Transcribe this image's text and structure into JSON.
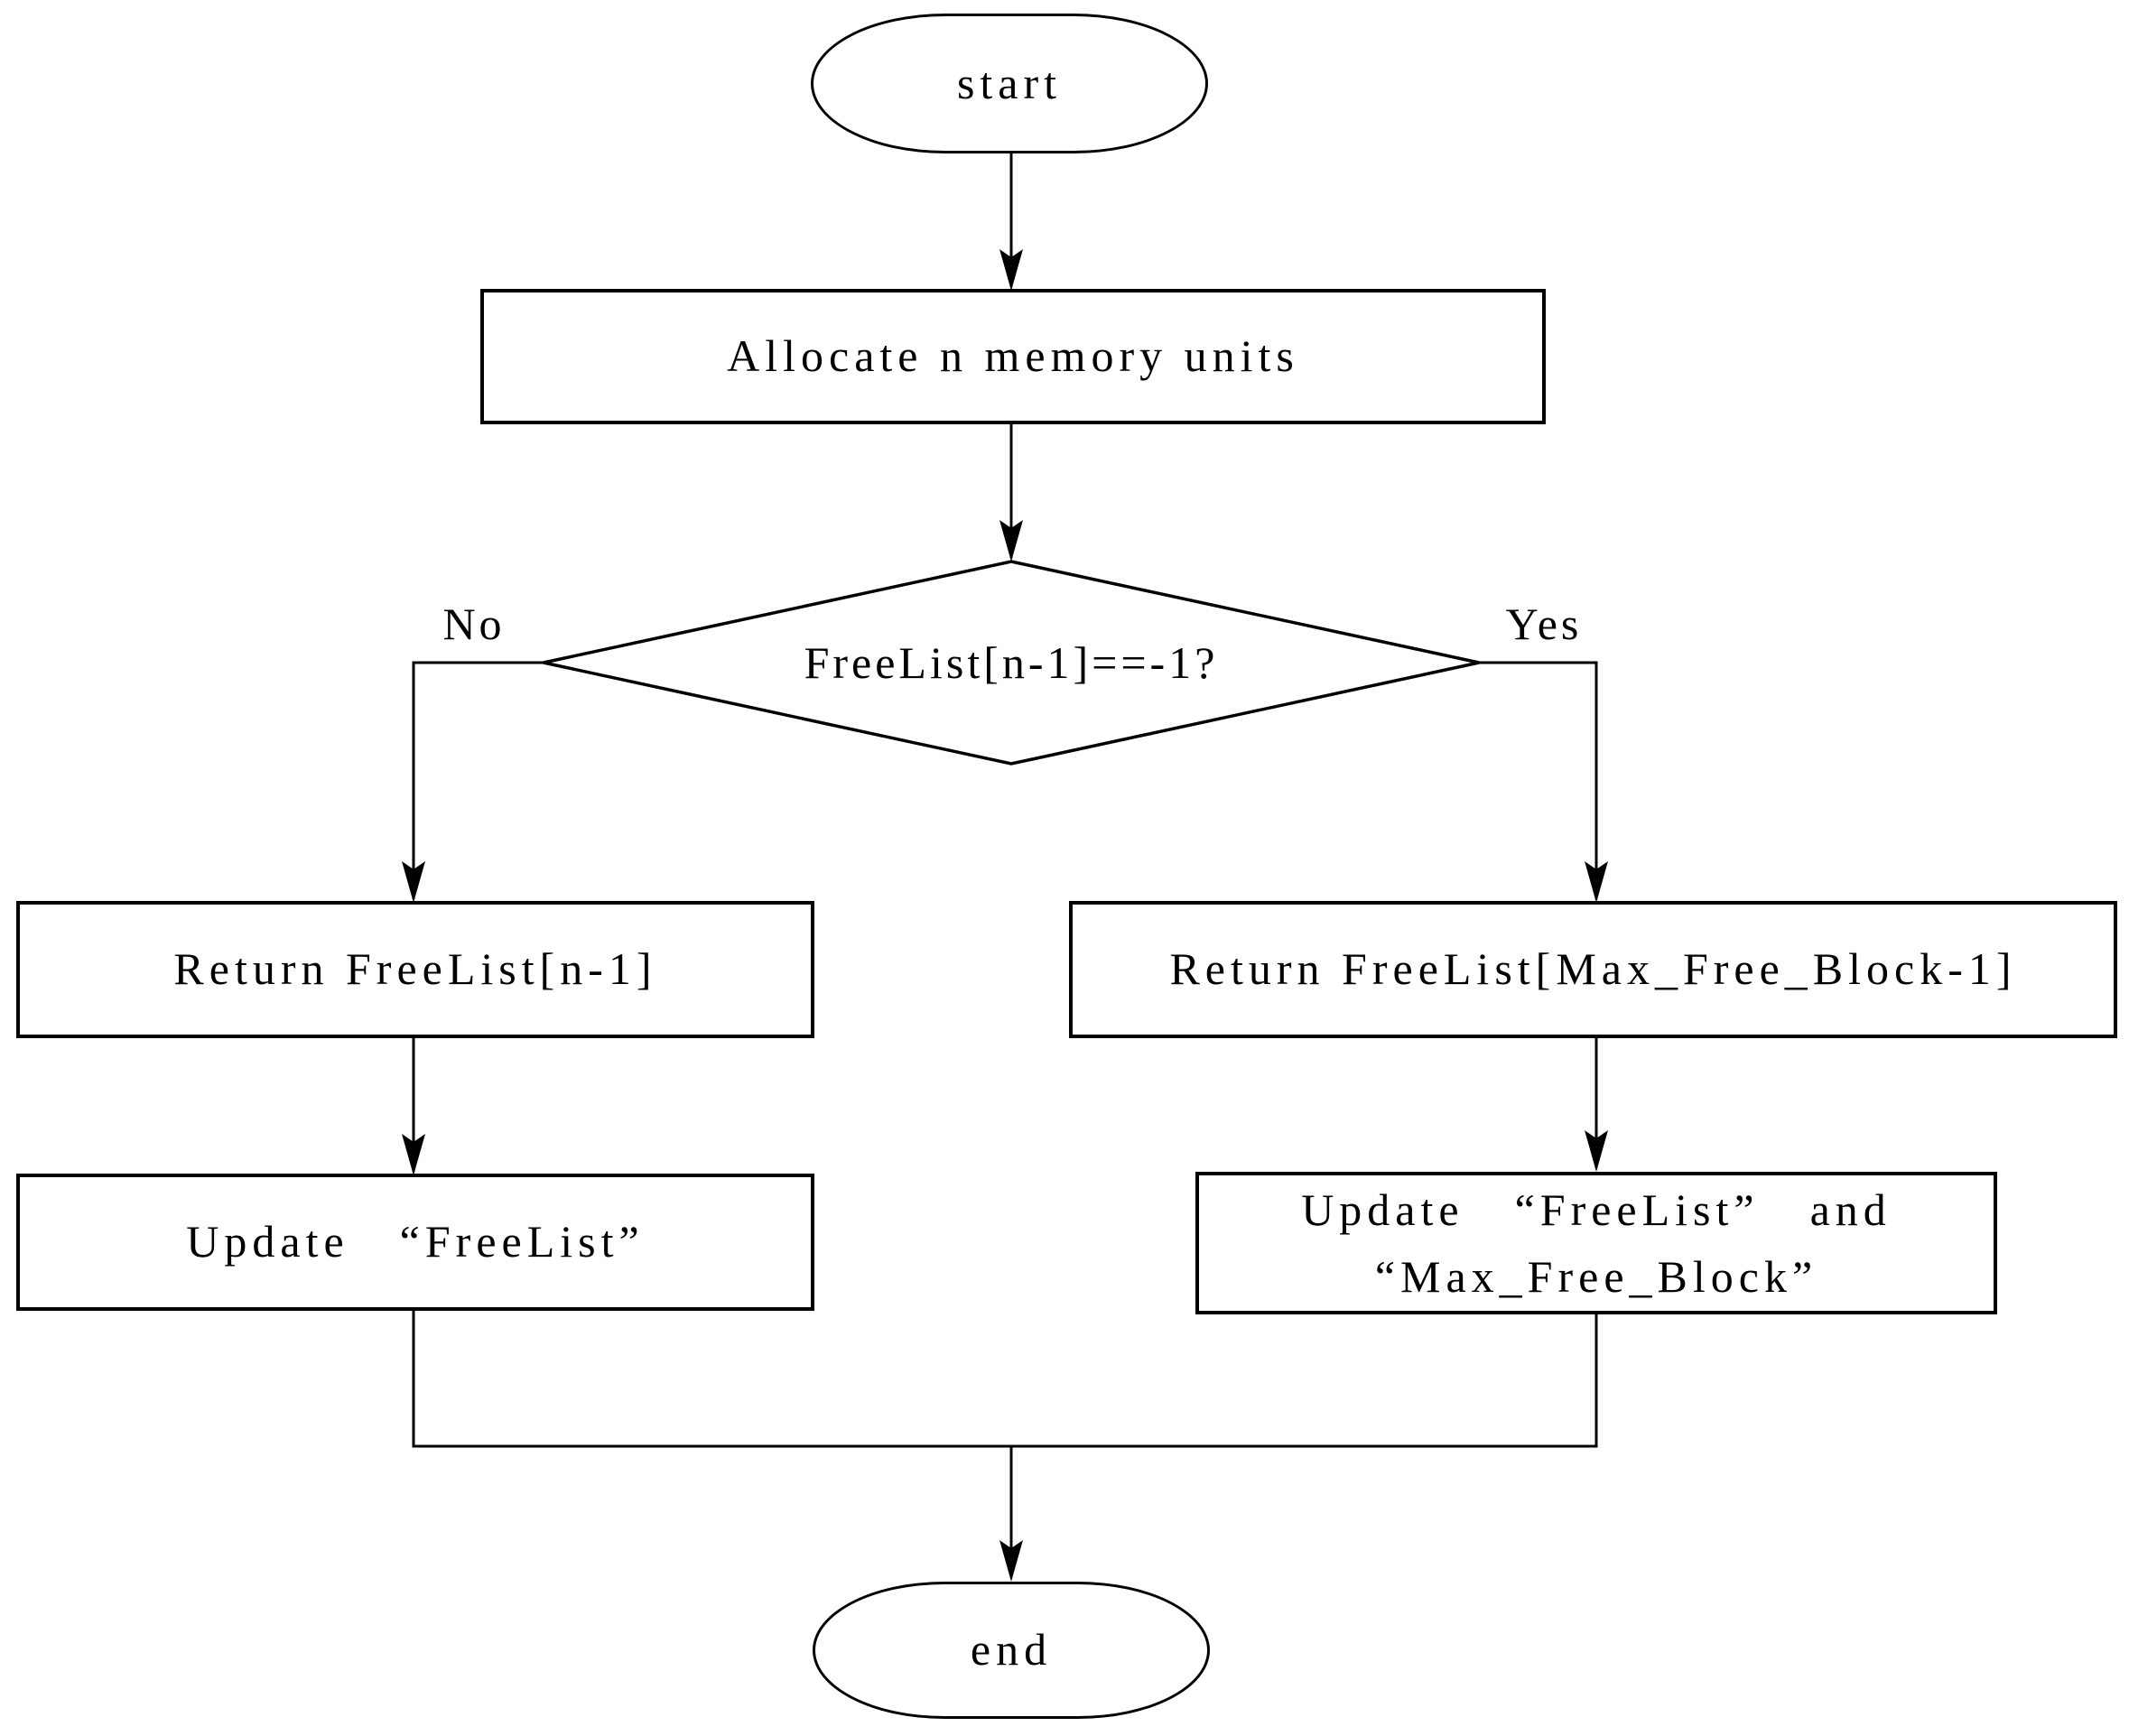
{
  "diagram_type": "flowchart",
  "colors": {
    "stroke": "#000000",
    "background": "#ffffff",
    "text": "#000000"
  },
  "nodes": {
    "start": {
      "shape": "terminator",
      "label": "start"
    },
    "allocate": {
      "shape": "process",
      "label": "Allocate n memory units"
    },
    "decision": {
      "shape": "decision",
      "label": "FreeList[n-1]==-1?"
    },
    "return_n": {
      "shape": "process",
      "label": "Return FreeList[n-1]"
    },
    "return_max": {
      "shape": "process",
      "label": "Return FreeList[Max_Free_Block-1]"
    },
    "update_freelist": {
      "shape": "process",
      "label": "Update　“FreeList”"
    },
    "update_both": {
      "shape": "process",
      "line1": "Update　“FreeList”　and",
      "line2": "“Max_Free_Block”"
    },
    "end": {
      "shape": "terminator",
      "label": "end"
    }
  },
  "edges": {
    "no_label": "No",
    "yes_label": "Yes",
    "list": [
      {
        "from": "start",
        "to": "allocate"
      },
      {
        "from": "allocate",
        "to": "decision"
      },
      {
        "from": "decision",
        "to": "return_n",
        "label": "No"
      },
      {
        "from": "decision",
        "to": "return_max",
        "label": "Yes"
      },
      {
        "from": "return_n",
        "to": "update_freelist"
      },
      {
        "from": "return_max",
        "to": "update_both"
      },
      {
        "from": "update_freelist",
        "to": "end"
      },
      {
        "from": "update_both",
        "to": "end"
      }
    ]
  }
}
